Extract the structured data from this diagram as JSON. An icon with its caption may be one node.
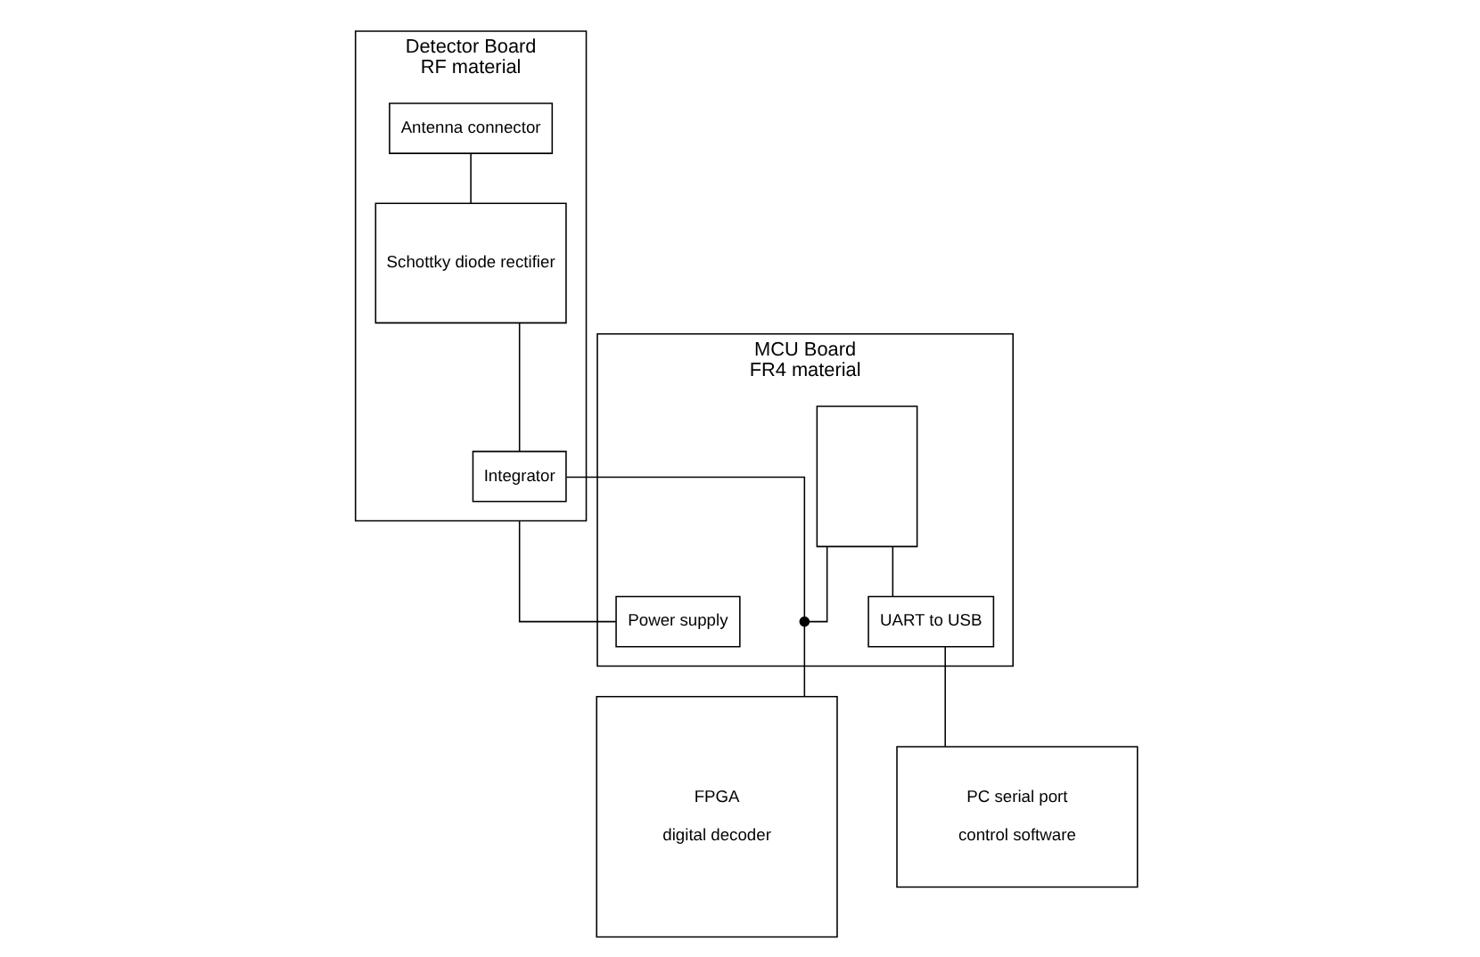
{
  "diagram": {
    "nodes": [
      {
        "text": [
          "Detector Board",
          "RF material"
        ]
      },
      {
        "text": [
          "Antenna connector"
        ],
        "in": 0
      },
      {
        "text": [
          "Schottky diode rectifier"
        ],
        "in": 0
      },
      {
        "text": [
          "Integrator"
        ],
        "in": 0
      },
      {
        "text": [
          "MCU Board",
          "FR4 material"
        ]
      },
      {
        "text": [
          "UART to USB"
        ],
        "in": 4
      },
      {
        "text": [],
        "shape": "box",
        "in": 4
      },
      {
        "text": [
          "Power supply"
        ],
        "in": 4
      },
      {
        "text": [
          "PC serial port",
          "control software"
        ]
      },
      {
        "text": [
          "FPGA",
          "digital decoder"
        ]
      },
      {
        "text": [],
        "shape": "circle",
        "in": 4
      }
    ],
    "edges": [
      {
        "from": 1,
        "to": 2,
        "arrow": "none"
      },
      {
        "from": 2,
        "to": 3,
        "arrow": "none"
      },
      {
        "from": 6,
        "to": 5,
        "arrow": "none"
      },
      {
        "from": 5,
        "to": 8,
        "arrow": "none"
      },
      {
        "from": 3,
        "to": 10,
        "arrow": "none"
      },
      {
        "from": 10,
        "to": 9,
        "arrow": "none"
      },
      {
        "from": 6,
        "to": 10,
        "arrow": "none"
      },
      {
        "from": 0,
        "to": 7,
        "arrow": "none"
      }
    ]
  }
}
